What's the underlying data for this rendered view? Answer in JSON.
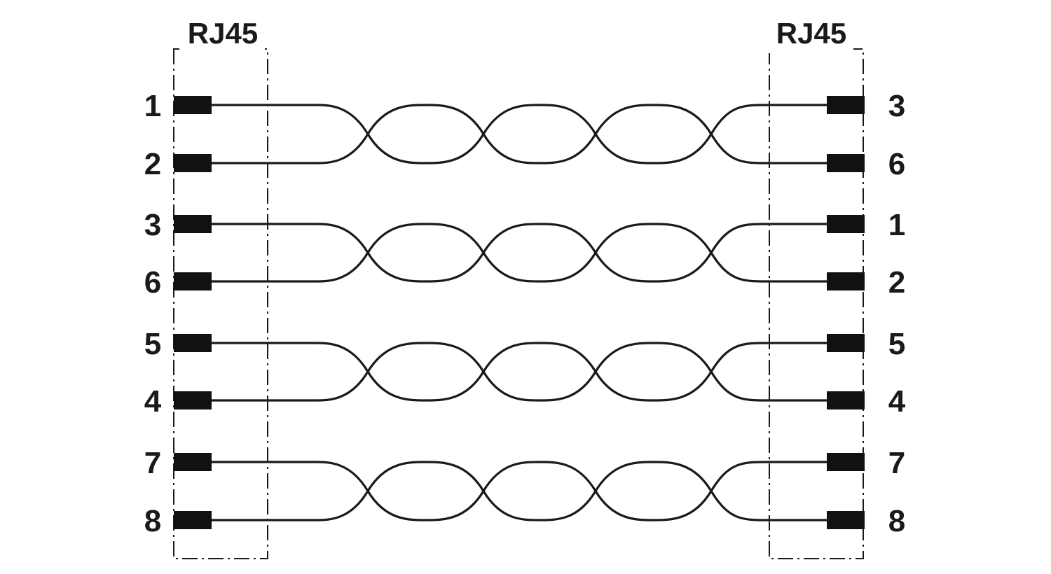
{
  "connectors": {
    "left": {
      "label": "RJ45",
      "pins": [
        "1",
        "2",
        "3",
        "6",
        "5",
        "4",
        "7",
        "8"
      ]
    },
    "right": {
      "label": "RJ45",
      "pins": [
        "3",
        "6",
        "1",
        "2",
        "5",
        "4",
        "7",
        "8"
      ]
    }
  },
  "twisted_pairs": [
    {
      "left_pins": [
        "1",
        "2"
      ],
      "right_pins": [
        "3",
        "6"
      ]
    },
    {
      "left_pins": [
        "3",
        "6"
      ],
      "right_pins": [
        "1",
        "2"
      ]
    },
    {
      "left_pins": [
        "5",
        "4"
      ],
      "right_pins": [
        "5",
        "4"
      ]
    },
    {
      "left_pins": [
        "7",
        "8"
      ],
      "right_pins": [
        "7",
        "8"
      ]
    }
  ],
  "colors": {
    "line": "#1a1a1a",
    "pin": "#111111",
    "background": "#ffffff"
  }
}
